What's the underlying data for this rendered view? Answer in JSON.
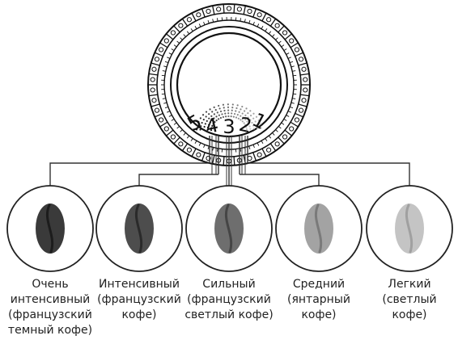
{
  "dial": {
    "numbers": [
      "5",
      "4",
      "3",
      "2",
      "1"
    ]
  },
  "roasts": [
    {
      "level": "5",
      "label_lines": [
        "Очень",
        "интенсивный",
        "(французский",
        "темный кофе)"
      ],
      "bean_color": "#3a3a3a",
      "crease_color": "#1c1c1c"
    },
    {
      "level": "4",
      "label_lines": [
        "Интенсивный",
        "(французский",
        "кофе)"
      ],
      "bean_color": "#4d4d4d",
      "crease_color": "#2a2a2a"
    },
    {
      "level": "3",
      "label_lines": [
        "Сильный",
        "(французский",
        "светлый кофе)"
      ],
      "bean_color": "#6e6e6e",
      "crease_color": "#454545"
    },
    {
      "level": "2",
      "label_lines": [
        "Средний",
        "(янтарный",
        "кофе)"
      ],
      "bean_color": "#a3a3a3",
      "crease_color": "#7a7a7a"
    },
    {
      "level": "1",
      "label_lines": [
        "Легкий",
        "(светлый",
        "кофе)"
      ],
      "bean_color": "#c4c4c4",
      "crease_color": "#a0a0a0"
    }
  ],
  "colors": {
    "line": "#333333",
    "circle_stroke": "#222222"
  }
}
